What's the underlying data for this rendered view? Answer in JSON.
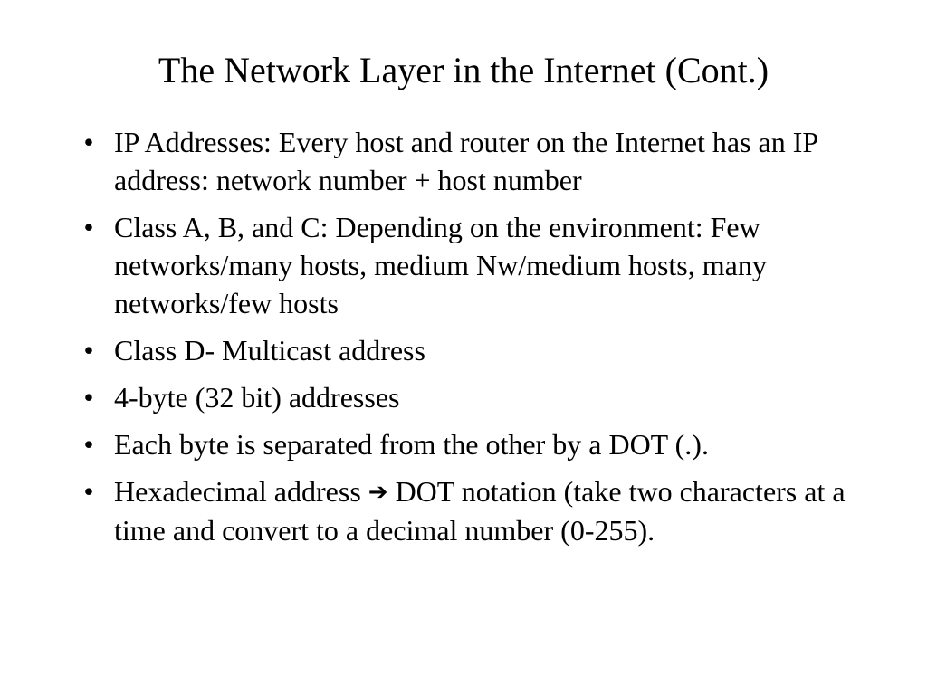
{
  "slide": {
    "title": "The Network Layer in the Internet (Cont.)",
    "bullet_symbol": "•",
    "arrow_symbol": "➔",
    "bullets": [
      {
        "text": "IP Addresses: Every host and router on the Internet has an IP address: network number + host number"
      },
      {
        "text": "Class A, B, and C: Depending on the environment: Few networks/many hosts, medium Nw/medium hosts, many networks/few hosts"
      },
      {
        "text": "Class D- Multicast address"
      },
      {
        "text": "4-byte (32 bit) addresses"
      },
      {
        "text": "Each byte is separated from the other by a DOT (.)."
      },
      {
        "before_arrow": "Hexadecimal address ",
        "after_arrow": " DOT notation (take two characters at a time and convert to a decimal number (0-255)."
      }
    ]
  }
}
